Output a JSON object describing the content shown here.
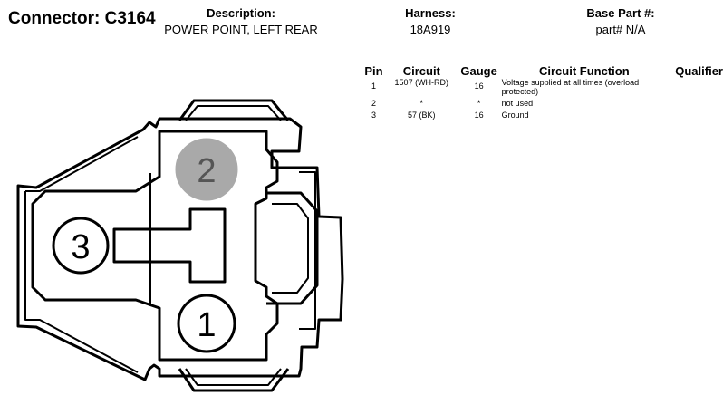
{
  "header": {
    "connector_title": "Connector: C3164",
    "description_label": "Description:",
    "description_value": "POWER POINT, LEFT REAR",
    "harness_label": "Harness:",
    "harness_value": "18A919",
    "base_part_label": "Base Part #:",
    "base_part_value": "part# N/A"
  },
  "pin_table": {
    "columns": [
      "Pin",
      "Circuit",
      "Gauge",
      "Circuit Function",
      "Qualifier"
    ],
    "rows": [
      {
        "pin": "1",
        "circuit": "1507 (WH-RD)",
        "gauge": "16",
        "function": "Voltage supplied at all times (overload protected)",
        "qualifier": ""
      },
      {
        "pin": "2",
        "circuit": "*",
        "gauge": "*",
        "function": "not used",
        "qualifier": ""
      },
      {
        "pin": "3",
        "circuit": "57 (BK)",
        "gauge": "16",
        "function": "Ground",
        "qualifier": ""
      }
    ]
  },
  "diagram": {
    "pin_labels": [
      "1",
      "2",
      "3"
    ],
    "unused_pin_fill": "#a9a9a9"
  }
}
